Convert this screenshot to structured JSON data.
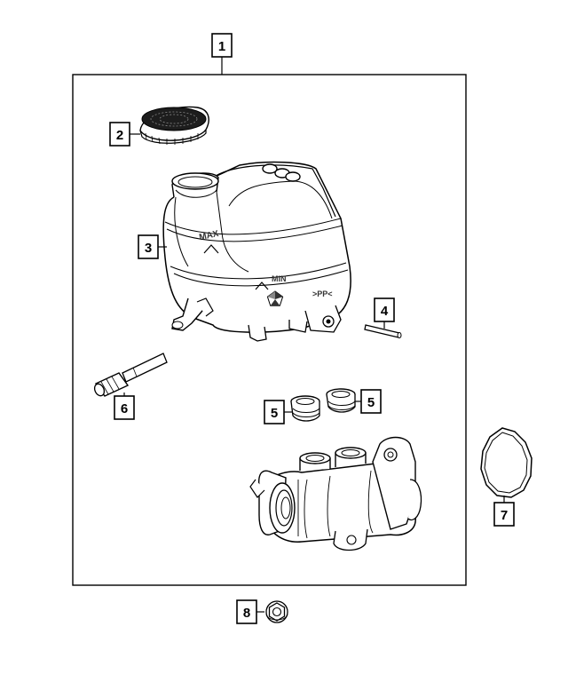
{
  "callouts": [
    "1",
    "2",
    "3",
    "4",
    "5",
    "5",
    "6",
    "7",
    "8"
  ],
  "reservoir_markings": {
    "max": "MAX",
    "min": "MIN",
    "material": ">PP<"
  }
}
